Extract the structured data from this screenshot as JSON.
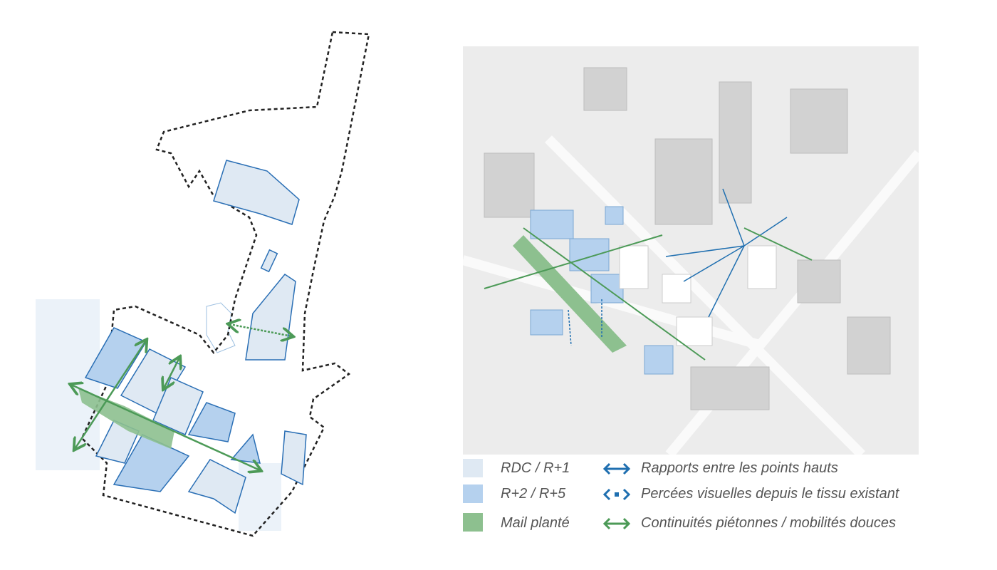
{
  "colors": {
    "low": "#dfe9f3",
    "mid": "#b5d1ee",
    "green": "#8dc08f",
    "blue_arrow": "#1f6fb0",
    "green_arrow": "#4c9a57"
  },
  "legend": {
    "swatches": [
      {
        "label": "RDC / R+1",
        "color": "#dfe9f3"
      },
      {
        "label": "R+2 / R+5",
        "color": "#b5d1ee"
      },
      {
        "label": "Mail planté",
        "color": "#8dc08f"
      }
    ],
    "arrows": [
      {
        "label": "Rapports entre les points hauts",
        "icon": "double-arrow-blue"
      },
      {
        "label": "Percées visuelles depuis le tissu existant",
        "icon": "dotted-double-arrow-blue"
      },
      {
        "label": "Continuités piétonnes / mobilités douces",
        "icon": "double-arrow-green"
      }
    ]
  }
}
